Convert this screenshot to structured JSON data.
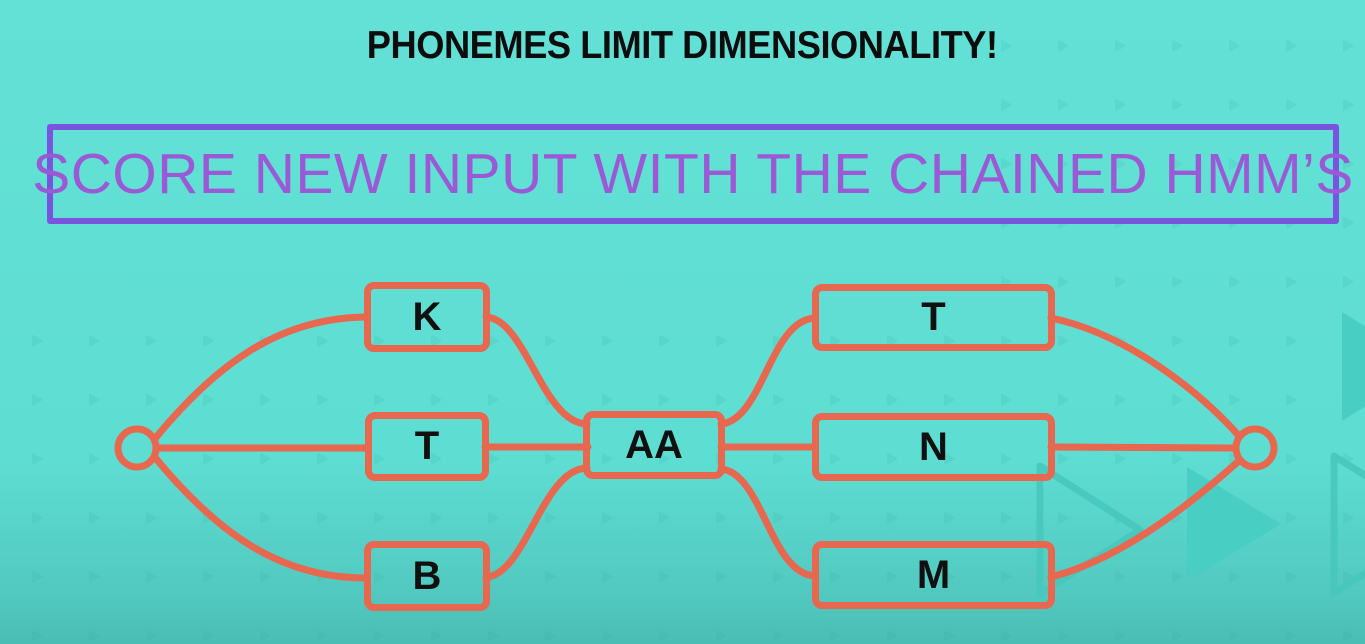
{
  "slide": {
    "title": "PHONEMES LIMIT DIMENSIONALITY!",
    "banner_text": "SCORE NEW INPUT WITH THE CHAINED HMM’S"
  },
  "diagram": {
    "start_symbol": "circle",
    "end_symbol": "circle",
    "columns": {
      "left": [
        "K",
        "T",
        "B"
      ],
      "center": [
        "AA"
      ],
      "right": [
        "T",
        "N",
        "M"
      ]
    },
    "edges": [
      [
        "start",
        "K"
      ],
      [
        "start",
        "T-left"
      ],
      [
        "start",
        "B"
      ],
      [
        "K",
        "AA"
      ],
      [
        "T-left",
        "AA"
      ],
      [
        "B",
        "AA"
      ],
      [
        "AA",
        "T-right"
      ],
      [
        "AA",
        "N"
      ],
      [
        "AA",
        "M"
      ],
      [
        "T-right",
        "end"
      ],
      [
        "N",
        "end"
      ],
      [
        "M",
        "end"
      ]
    ]
  },
  "colors": {
    "background_teal": "#5EDDD2",
    "background_bottom": "#4ABDB4",
    "accent_orange": "#E7674F",
    "purple_border": "#7A54DF",
    "purple_text": "#9B59D6",
    "title_black": "#0D0D0D",
    "decoration_teal": "#49CEC3"
  }
}
